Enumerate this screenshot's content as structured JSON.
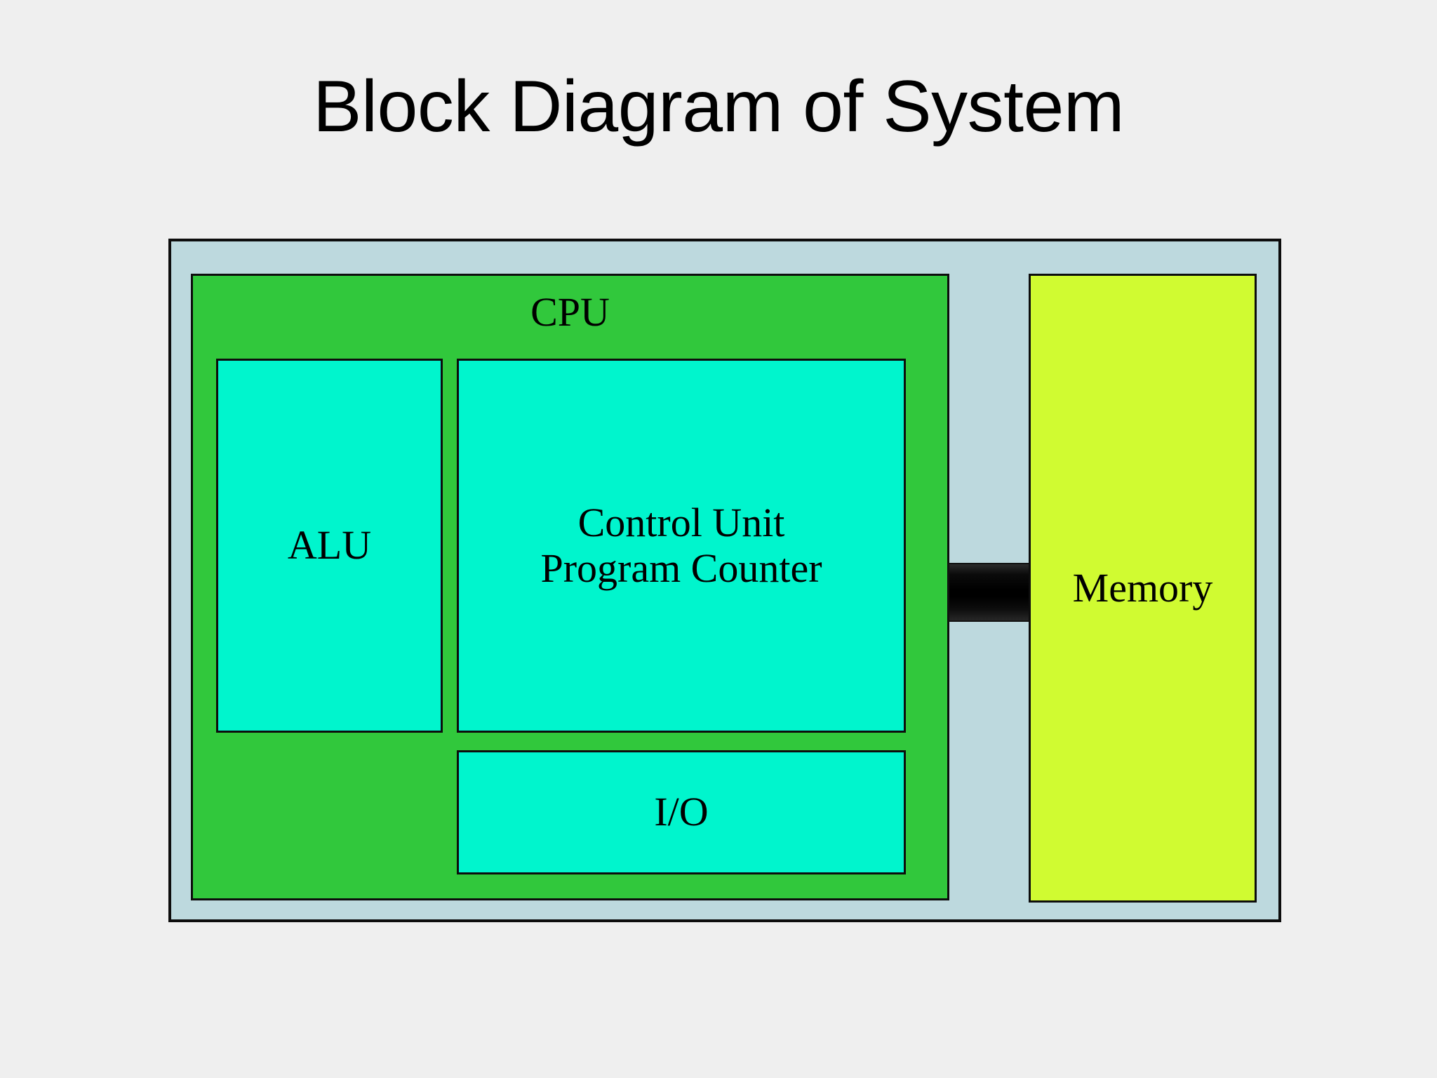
{
  "slide": {
    "title": "Block Diagram of System",
    "background_color": "#efefef"
  },
  "diagram": {
    "type": "block-diagram",
    "container": {
      "name": "system",
      "fill_color": "#bdd9de",
      "border_color": "#0d0d0d"
    },
    "blocks": [
      {
        "id": "cpu",
        "label": "CPU",
        "fill_color": "#31c83c",
        "border_color": "#0d0d0d",
        "label_position": "top-center"
      },
      {
        "id": "alu",
        "label": "ALU",
        "fill_color": "#00f5cd",
        "border_color": "#0d0d0d",
        "parent": "cpu"
      },
      {
        "id": "control-unit",
        "label_line_1": "Control Unit",
        "label_line_2": "Program Counter",
        "fill_color": "#00f5cd",
        "border_color": "#0d0d0d",
        "parent": "cpu"
      },
      {
        "id": "io",
        "label": "I/O",
        "fill_color": "#00f5cd",
        "border_color": "#0d0d0d",
        "parent": "cpu"
      },
      {
        "id": "memory",
        "label": "Memory",
        "fill_color": "#d0fb31",
        "border_color": "#0d0d0d"
      }
    ],
    "connectors": [
      {
        "id": "cpu-memory-bus",
        "from": "cpu",
        "to": "memory",
        "color": "#000000",
        "style": "solid-bar"
      }
    ]
  }
}
